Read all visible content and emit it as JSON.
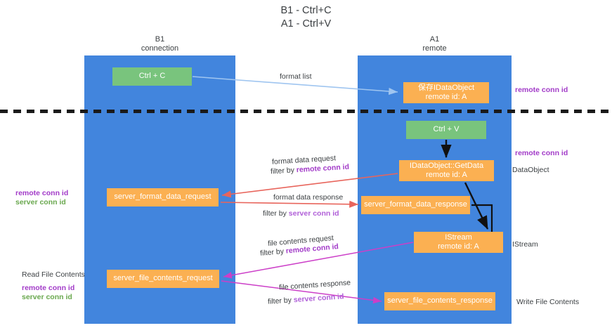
{
  "title": "B1 - Ctrl+C\nA1 - Ctrl+V",
  "columns": {
    "left": "B1\nconnection",
    "right": "A1\nremote"
  },
  "nodes": {
    "ctrl_c": "Ctrl + C",
    "save_idataobject": "保存IDataObject\nremote id: A",
    "ctrl_v": "Ctrl + V",
    "getdata": "IDataObject::GetData\nremote id: A",
    "server_format_data_request": "server_format_data_request",
    "server_format_data_response": "server_format_data_response",
    "istream": "IStream\nremote id: A",
    "server_file_contents_request": "server_file_contents_request",
    "server_file_contents_response": "server_file_contents_response"
  },
  "edges": {
    "format_list": "format list",
    "format_data_request": "format data request",
    "format_data_request_filter_prefix": "filter by ",
    "format_data_request_filter_key": "remote conn id",
    "format_data_response": "format data response",
    "format_data_response_filter_prefix": "filter by ",
    "format_data_response_filter_key": "server conn id",
    "file_contents_request": "file contents request",
    "file_contents_request_filter_prefix": "filter by ",
    "file_contents_request_filter_key": "remote conn id",
    "file_contents_response": "file contents response",
    "file_contents_response_filter_prefix": "filter by ",
    "file_contents_response_filter_key": "server conn id"
  },
  "annotations": {
    "remote_conn_id_top": "remote conn id",
    "remote_conn_id_mid": "remote conn id",
    "dataobject": "DataObject",
    "istream": "IStream",
    "write_file_contents": "Write File Contents",
    "read_file_contents": "Read File Contents",
    "left_remote_conn_id": "remote conn id",
    "left_server_conn_id": "server conn id",
    "left_bottom_remote_conn_id": "remote conn id",
    "left_bottom_server_conn_id": "server conn id"
  },
  "colors": {
    "lane": "#4285dd",
    "green_node": "#79c47d",
    "orange_node": "#fbb052",
    "purple": "#a23bc8",
    "violet": "#b05fd8",
    "green_text": "#6aa84f",
    "red_arrow": "#e8655c",
    "blue_arrow": "#9fc5f0",
    "magenta_arrow": "#cc3fc8",
    "black_arrow": "#000000"
  }
}
